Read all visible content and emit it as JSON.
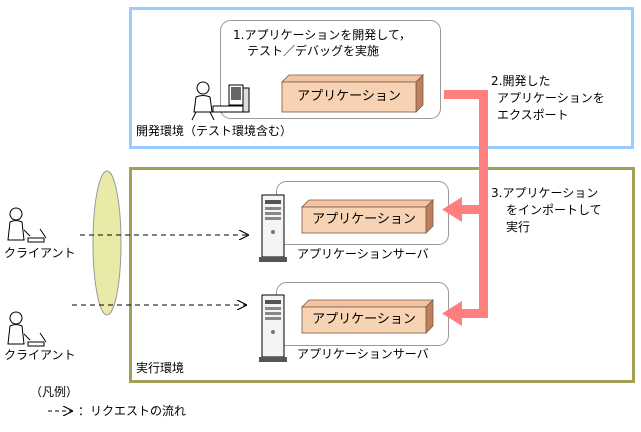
{
  "dev_env": {
    "label": "開発環境（テスト環境含む）",
    "step1_line1": "1.アプリケーションを開発して，",
    "step1_line2": "テスト／デバッグを実施",
    "app_label": "アプリケーション"
  },
  "arrow_steps": {
    "step2_line1": "2.開発した",
    "step2_line2": "アプリケーションを",
    "step2_line3": "エクスポート",
    "step3_line1": "3.アプリケーション",
    "step3_line2": "をインポートして",
    "step3_line3": "実行"
  },
  "runtime_env": {
    "label": "実行環境",
    "servers": [
      {
        "app_label": "アプリケーション",
        "server_label": "アプリケーションサーバ"
      },
      {
        "app_label": "アプリケーション",
        "server_label": "アプリケーションサーバ"
      }
    ]
  },
  "clients": [
    {
      "label": "クライアント"
    },
    {
      "label": "クライアント"
    }
  ],
  "legend": {
    "title": "（凡例）",
    "arrow_glyph": "-->",
    "description": "：リクエストの流れ"
  },
  "colors": {
    "dev_border": "#99ccff",
    "runtime_border": "#a39f55",
    "box_face": "#f7d2b3",
    "box_side": "#c08060",
    "export_arrow": "#ff7f7f",
    "network_ellipse": "#e9eaa8"
  }
}
